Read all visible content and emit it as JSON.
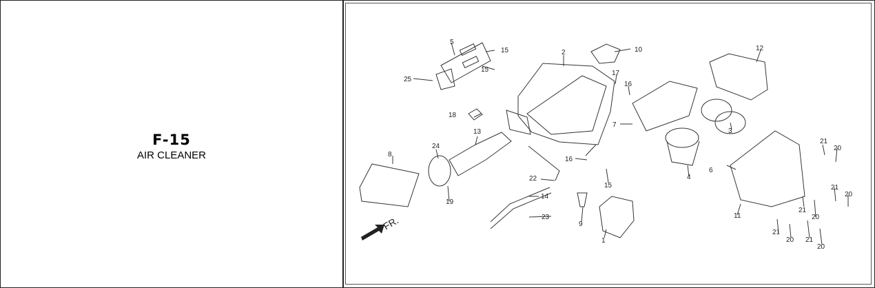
{
  "header": {
    "code": "F-15",
    "title": "AIR CLEANER"
  },
  "diagram": {
    "direction_label": "FR.",
    "callouts": [
      "1",
      "2",
      "3",
      "4",
      "5",
      "6",
      "7",
      "8",
      "9",
      "10",
      "11",
      "12",
      "13",
      "14",
      "15",
      "15",
      "15",
      "16",
      "16",
      "17",
      "18",
      "19",
      "20",
      "20",
      "20",
      "20",
      "20",
      "21",
      "21",
      "21",
      "21",
      "21",
      "22",
      "23",
      "24",
      "25"
    ]
  }
}
